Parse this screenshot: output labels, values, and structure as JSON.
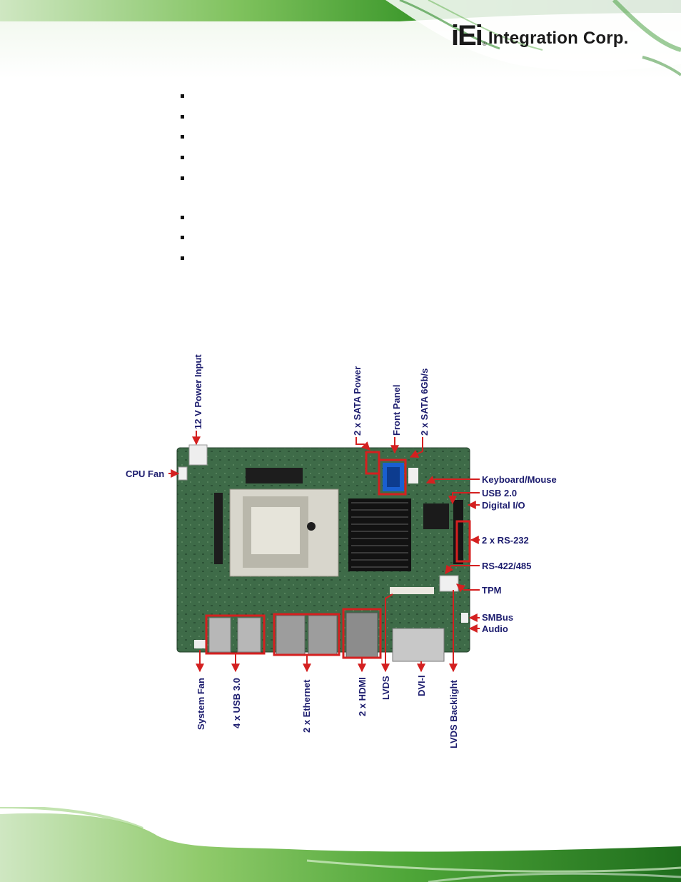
{
  "header": {
    "logo_mark": "iEi",
    "logo_registered": "®",
    "logo_text": "Integration Corp."
  },
  "bullets": {
    "count": 8
  },
  "colors": {
    "brand_green": "#2f9b3a",
    "label_navy": "#1c1c6e",
    "callout_red": "#d42020",
    "sata_blue": "#1a5fd0",
    "pcb_green": "#3e6b48"
  },
  "board_labels": {
    "power_input": "12 V Power Input",
    "sata_power": "2 x SATA Power",
    "front_panel": "Front Panel",
    "sata_6gb": "2 x SATA 6Gb/s",
    "cpu_fan": "CPU Fan",
    "keyboard_mouse": "Keyboard/Mouse",
    "usb20": "USB 2.0",
    "digital_io": "Digital I/O",
    "rs232": "2 x RS-232",
    "rs422": "RS-422/485",
    "tpm": "TPM",
    "smbus": "SMBus",
    "audio": "Audio",
    "system_fan": "System Fan",
    "usb30": "4 x USB 3.0",
    "ethernet": "2 x Ethernet",
    "hdmi": "2 x HDMI",
    "lvds": "LVDS",
    "dvi": "DVI-I",
    "lvds_backlight": "LVDS Backlight"
  }
}
